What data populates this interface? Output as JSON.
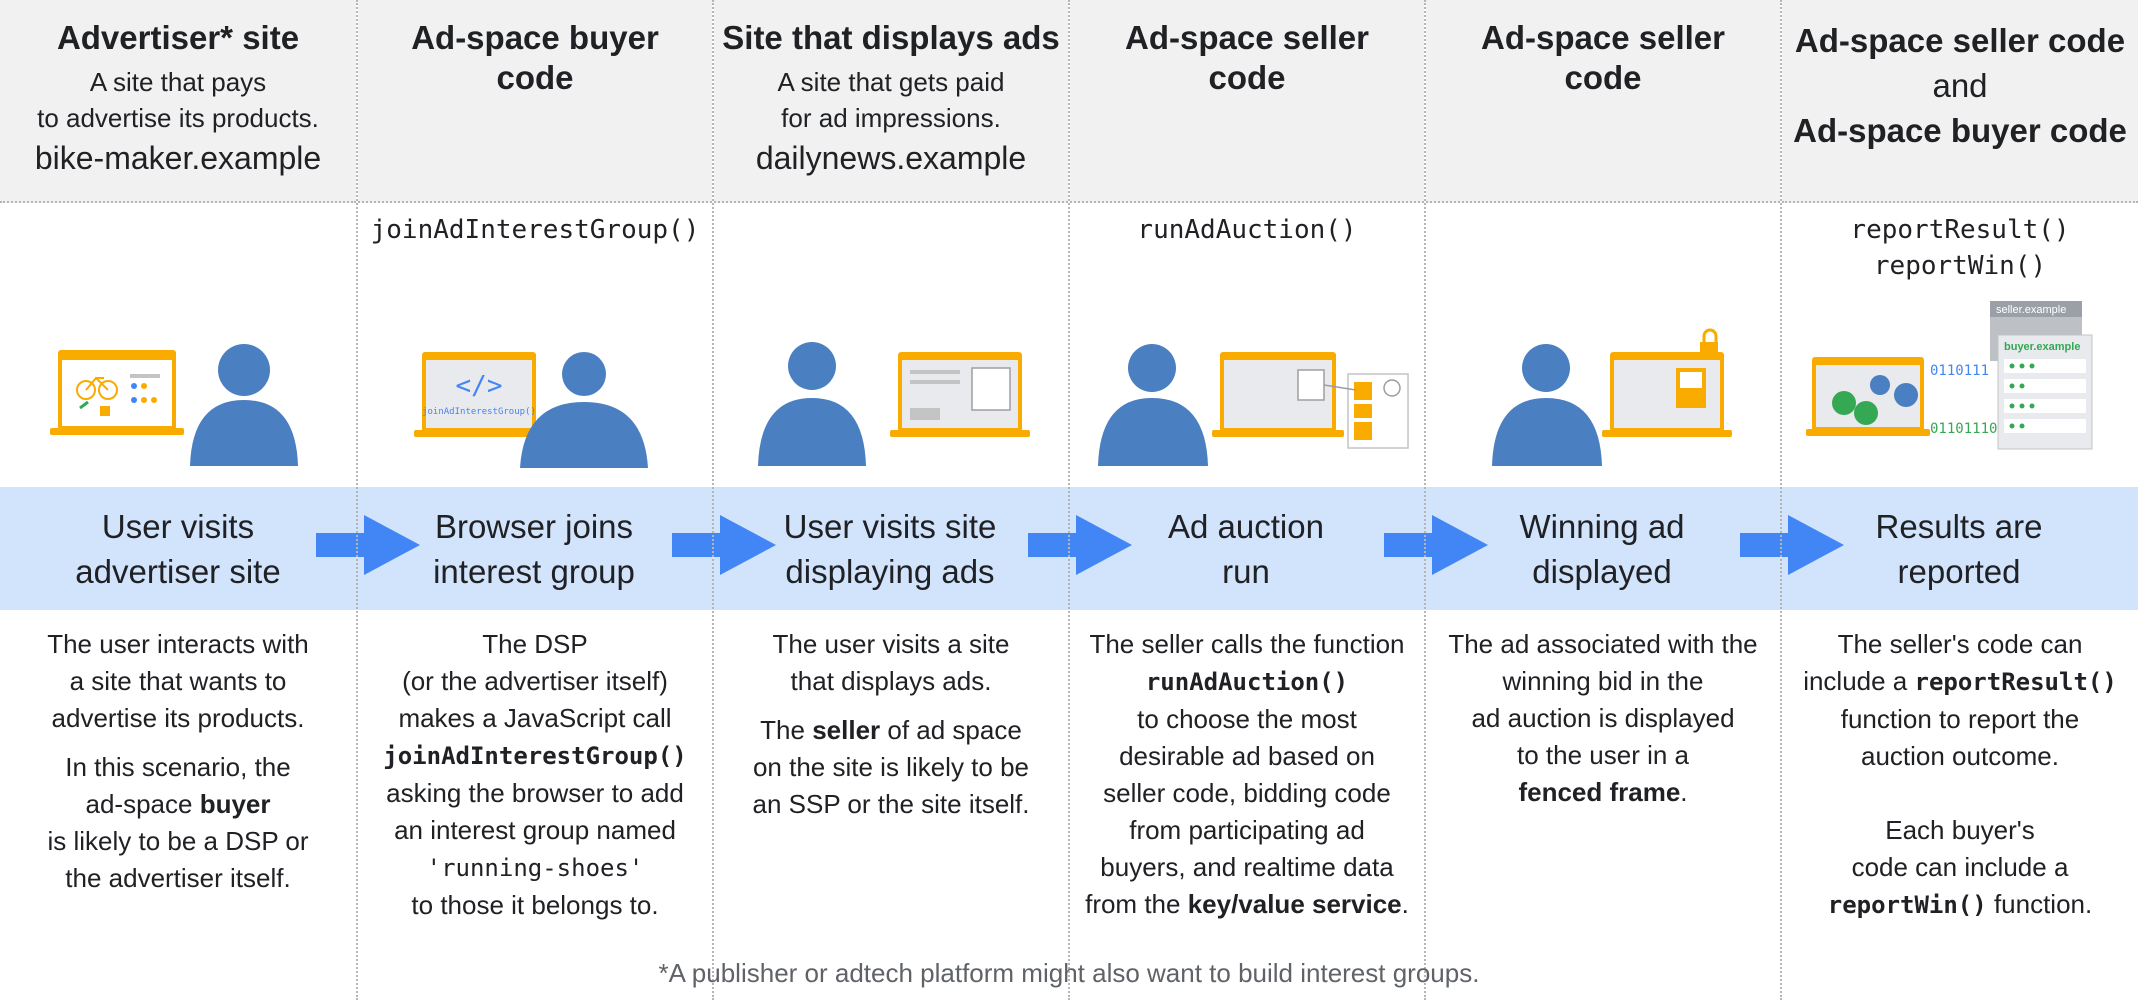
{
  "columns": [
    {
      "title": "Advertiser* site",
      "desc_line1": "A site that pays",
      "desc_line2": "to advertise its products.",
      "domain": "bike-maker.example",
      "code": "",
      "step_line1": "User visits",
      "step_line2": "advertiser site",
      "body": {
        "p1": [
          "The user interacts with",
          "a site that wants to",
          "advertise its products."
        ],
        "p2_line1": "In this scenario, the",
        "p2_line2_pre": "ad-space ",
        "p2_line2_bold": "buyer",
        "p2_line3": "is likely to be a DSP or",
        "p2_line4": "the advertiser itself."
      }
    },
    {
      "title_line1": "Ad-space buyer",
      "title_line2": "code",
      "code": "joinAdInterestGroup()",
      "illus_code": "</>",
      "illus_fn": "joinAdInterestGroup()",
      "step_line1": "Browser joins",
      "step_line2": "interest group",
      "body": {
        "l1": "The DSP",
        "l2": "(or the advertiser itself)",
        "l3": "makes a JavaScript call",
        "l4_code": "joinAdInterestGroup()",
        "l5": "asking the browser to add",
        "l6": "an interest group named",
        "l7_code": "'running-shoes'",
        "l8": "to those it belongs to."
      }
    },
    {
      "title": "Site that displays ads",
      "desc_line1": "A site that gets paid",
      "desc_line2": "for ad impressions.",
      "domain": "dailynews.example",
      "step_line1": "User visits site",
      "step_line2": "displaying ads",
      "body": {
        "p1_line1": "The user visits a site",
        "p1_line2": "that displays ads.",
        "p2_pre": "The ",
        "p2_bold": "seller",
        "p2_post": " of ad space",
        "p2_line2": "on the site is likely to be",
        "p2_line3": "an SSP or the site itself."
      }
    },
    {
      "title_line1": "Ad-space seller",
      "title_line2": "code",
      "code": "runAdAuction()",
      "step_line1": "Ad auction",
      "step_line2": "run",
      "body": {
        "l1": "The seller calls the function",
        "l2_code": "runAdAuction()",
        "l3": "to choose the most",
        "l4": "desirable ad based on",
        "l5": "seller code, bidding code",
        "l6": "from participating ad",
        "l7": "buyers, and realtime data",
        "l8_pre": "from the ",
        "l8_bold": "key/value service",
        "l8_post": "."
      }
    },
    {
      "title_line1": "Ad-space seller",
      "title_line2": "code",
      "step_line1": "Winning ad",
      "step_line2": "displayed",
      "body": {
        "l1": "The ad associated with the",
        "l2": "winning bid in the",
        "l3": "ad auction is displayed",
        "l4": "to the user in a",
        "l5_bold": "fenced frame",
        "l5_post": "."
      }
    },
    {
      "title_line1": "Ad-space seller code",
      "title_line2": "and",
      "title_line3": "Ad-space buyer code",
      "code_line1": "reportResult()",
      "code_line2": "reportWin()",
      "server_seller": "seller.example",
      "server_buyer": "buyer.example",
      "bits1": "0110111",
      "bits2": "01101110",
      "step_line1": "Results are",
      "step_line2": "reported",
      "body": {
        "l1": "The seller's code can",
        "l2_pre": "include a ",
        "l2_code": "reportResult()",
        "l3": "function to report the",
        "l4": "auction outcome.",
        "l5": "Each buyer's",
        "l6": "code can include a",
        "l7_code": "reportWin()",
        "l7_post": " function."
      }
    }
  ],
  "footnote": "*A publisher or adtech platform might also want to build interest groups.",
  "colors": {
    "header_bg": "#f1f1f1",
    "band_bg": "#d2e3fc",
    "arrow": "#4285f4",
    "person": "#4a7fc1",
    "laptop_frame": "#f9ab00",
    "gear_green": "#34a853",
    "gear_blue": "#4a7fc1"
  }
}
